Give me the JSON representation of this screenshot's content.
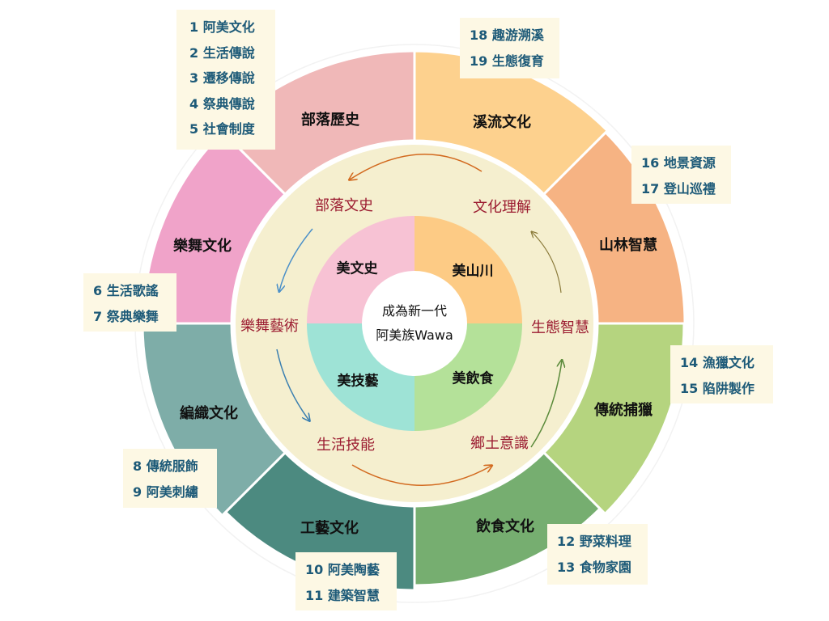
{
  "center": {
    "line1": "成為新一代",
    "line2": "阿美族Wawa"
  },
  "inner": [
    {
      "label": "美文史",
      "color": "#f7c2d4"
    },
    {
      "label": "美山川",
      "color": "#fdcb85"
    },
    {
      "label": "美飲食",
      "color": "#b4e199"
    },
    {
      "label": "美技藝",
      "color": "#9ee3d6"
    }
  ],
  "middle": {
    "color": "#f5efcf",
    "labels": [
      "部落文史",
      "文化理解",
      "樂舞藝術",
      "生態智慧",
      "生活技能",
      "鄉土意識"
    ]
  },
  "outer": [
    {
      "label": "溪流文化",
      "color": "#fdd18e"
    },
    {
      "label": "山林智慧",
      "color": "#f6b383"
    },
    {
      "label": "傳統捕獵",
      "color": "#b5d47f"
    },
    {
      "label": "飲食文化",
      "color": "#76ae70"
    },
    {
      "label": "工藝文化",
      "color": "#4c8a80"
    },
    {
      "label": "編織文化",
      "color": "#7eada8"
    },
    {
      "label": "樂舞文化",
      "color": "#f0a3c9"
    },
    {
      "label": "部落歷史",
      "color": "#f0b8b8"
    }
  ],
  "topics": {
    "history": [
      "1 阿美文化",
      "2 生活傳說",
      "3 遷移傳說",
      "4 祭典傳說",
      "5 社會制度"
    ],
    "stream": [
      "18 趣游溯溪",
      "19 生態復育"
    ],
    "forest": [
      "16 地景資源",
      "17 登山巡禮"
    ],
    "dance": [
      "6 生活歌謠",
      "7 祭典樂舞"
    ],
    "hunting": [
      "14 漁獵文化",
      "15 陷阱製作"
    ],
    "weaving": [
      "8 傳統服飾",
      "9 阿美刺繡"
    ],
    "craft": [
      "10 阿美陶藝",
      "11 建築智慧"
    ],
    "food": [
      "12 野菜料理",
      "13 食物家園"
    ]
  },
  "arrow_colors": {
    "orange": "#d2691e",
    "blue": "#4a8fc8",
    "green": "#5a8a3a",
    "olive": "#8a8a3a"
  }
}
